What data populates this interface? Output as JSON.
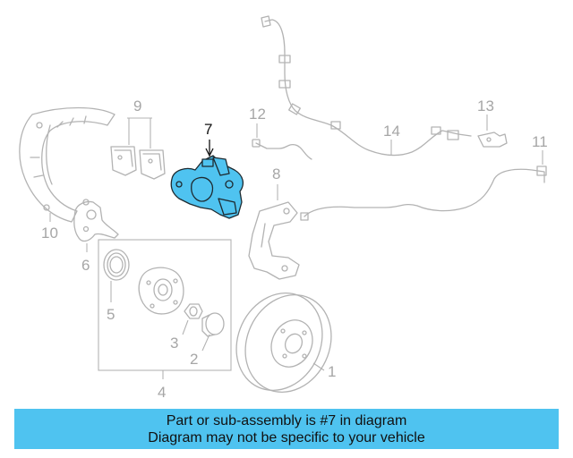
{
  "callouts": {
    "n1": "1",
    "n2": "2",
    "n3": "3",
    "n4": "4",
    "n5": "5",
    "n6": "6",
    "n7": "7",
    "n8": "8",
    "n9": "9",
    "n10": "10",
    "n11": "11",
    "n12": "12",
    "n13": "13",
    "n14": "14"
  },
  "highlight_color": "#4fc3f0",
  "banner": {
    "line1": "Part or sub-assembly is #7 in diagram",
    "line2": "Diagram may not be specific to your vehicle"
  }
}
